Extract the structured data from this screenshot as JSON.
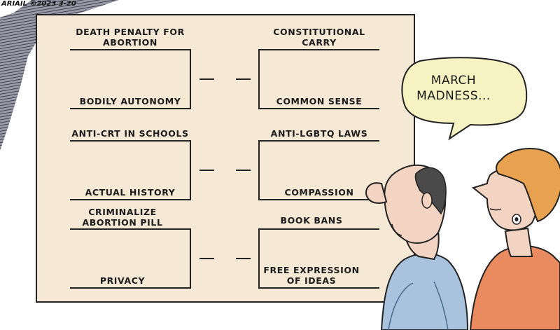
{
  "signature": "ARIAIL ©2023 3-20",
  "speech_bubble": {
    "text": "MARCH\nMADNESS..."
  },
  "bracket": {
    "left": [
      {
        "top": "DEATH PENALTY FOR\nABORTION",
        "bottom": "BODILY AUTONOMY"
      },
      {
        "top": "ANTI-CRT IN SCHOOLS",
        "bottom": "ACTUAL HISTORY"
      },
      {
        "top": "CRIMINALIZE\nABORTION PILL",
        "bottom": "PRIVACY"
      }
    ],
    "right": [
      {
        "top": "CONSTITUTIONAL\nCARRY",
        "bottom": "COMMON SENSE"
      },
      {
        "top": "ANTI-LGBTQ LAWS",
        "bottom": "COMPASSION"
      },
      {
        "top": "BOOK BANS",
        "bottom": "FREE EXPRESSION\nOF IDEAS"
      }
    ]
  },
  "colors": {
    "poster": "#f5e8d4",
    "wall_hatch": "#6e6e80",
    "man_shirt": "#a9c2dd",
    "woman_shirt": "#e98a5f",
    "woman_hair": "#e8a14f",
    "skin": "#f3d4c2"
  }
}
